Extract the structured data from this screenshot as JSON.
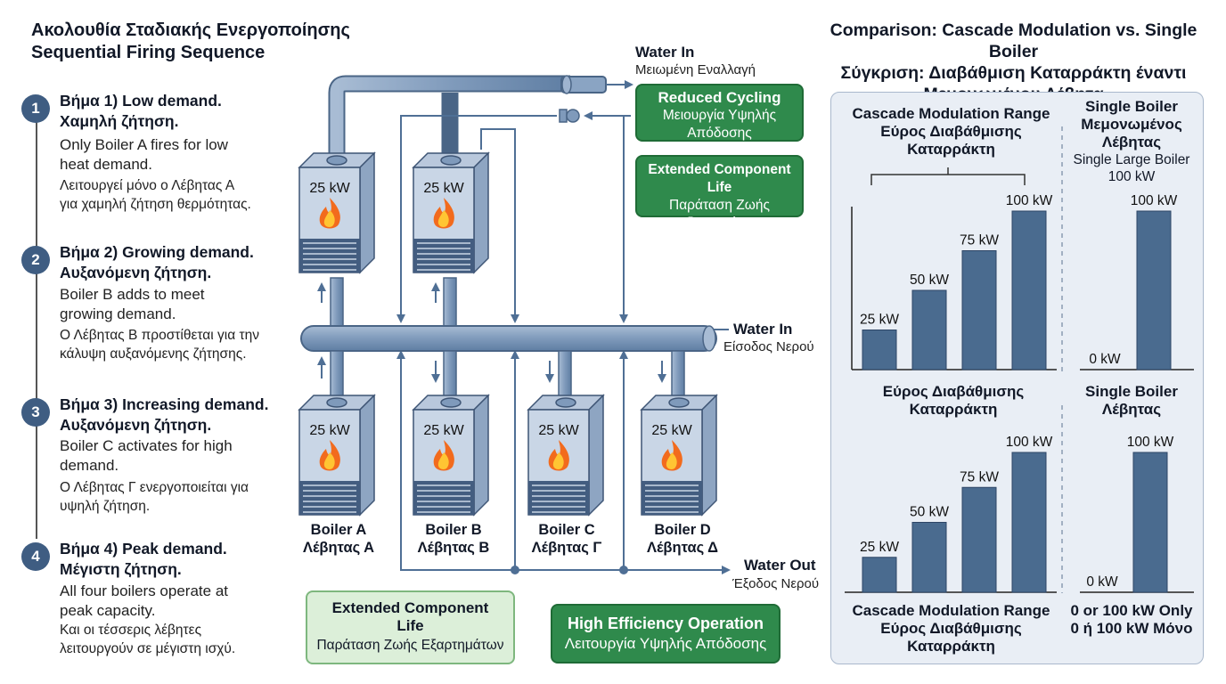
{
  "left_title": {
    "line1": "Ακολουθία Σταδιακής Ενεργοποίησης",
    "line2": "Sequential Firing Sequence"
  },
  "steps": [
    {
      "num": "1",
      "head1": "Βήμα 1) Low demand.",
      "head2": "Χαμηλή ζήτηση.",
      "en1": "Only Boiler A fires for low",
      "en2": "heat demand.",
      "gr1": "Λειτουργεί μόνο ο Λέβητας Α",
      "gr2": "για χαμηλή ζήτηση θερμότητας."
    },
    {
      "num": "2",
      "head1": "Βήμα 2) Growing demand.",
      "head2": "Αυξανόμενη ζήτηση.",
      "en1": "Boiler B adds to meet",
      "en2": "growing demand.",
      "gr1": "Ο Λέβητας Β προστίθεται για την",
      "gr2": "κάλυψη αυξανόμενης ζήτησης."
    },
    {
      "num": "3",
      "head1": "Βήμα 3) Increasing demand.",
      "head2": "Αυξανόμενη ζήτηση.",
      "en1": "Boiler C activates for high",
      "en2": "demand.",
      "gr1": "Ο Λέβητας Γ ενεργοποιείται για",
      "gr2": "υψηλή ζήτηση."
    },
    {
      "num": "4",
      "head1": "Βήμα 4) Peak demand.",
      "head2": "Μέγιστη ζήτηση.",
      "en1": "All four boilers operate at",
      "en2": "peak capacity.",
      "gr1": "Και οι τέσσερις λέβητες",
      "gr2": "λειτουργούν σε μέγιστη ισχύ."
    }
  ],
  "boilers": [
    {
      "kw": "25 kW",
      "name": "Boiler A",
      "name_gr": "Λέβητας Α"
    },
    {
      "kw": "25 kW",
      "name": "Boiler B",
      "name_gr": "Λέβητας Β"
    },
    {
      "kw": "25 kW",
      "name": "Boiler C",
      "name_gr": "Λέβητας Γ"
    },
    {
      "kw": "25 kW",
      "name": "Boiler D",
      "name_gr": "Λέβητας Δ"
    }
  ],
  "top_boilers": [
    {
      "kw": "25 kW"
    },
    {
      "kw": "25 kW"
    }
  ],
  "pipe_labels": {
    "water_in_top": "Water In",
    "water_in_top_gr": "Μειωμένη Εναλλαγή",
    "water_in_mid": "Water In",
    "water_in_mid_gr": "Είσοδος Νερού",
    "water_out": "Water Out",
    "water_out_gr": "Έξοδος Νερού"
  },
  "callouts": {
    "reduced_cycling": {
      "t1": "Reduced Cycling",
      "t2a": "Μειουργία Υψηλής",
      "t2b": "Απόδοσης"
    },
    "extended_life_top": {
      "t1": "Extended Component Life",
      "t2a": "Παράταση Ζωής",
      "t2b": "Εξαρτημάτων"
    },
    "extended_life_bottom": {
      "t1a": "Extended Component",
      "t1b": "Life",
      "t2": "Παράταση Ζωής Εξαρτημάτων"
    },
    "high_efficiency": {
      "t1": "High Efficiency Operation",
      "t2": "Λειτουργία Υψηλής Απόδοσης"
    }
  },
  "right_title": {
    "line1": "Comparison: Cascade Modulation vs. Single Boiler",
    "line2": "Σύγκριση: Διαβάθμιση Καταρράκτη έναντι",
    "line3": "Μεμονωμένου Λέβητα"
  },
  "panel": {
    "top_cascade_h1": "Cascade Modulation Range",
    "top_cascade_h2": "Εύρος Διαβάθμισης",
    "top_cascade_h3": "Καταρράκτη",
    "top_single_h1": "Single Boiler",
    "top_single_h2": "Μεμονωμένος",
    "top_single_h3": "Λέβητας",
    "top_single_h4": "Single Large Boiler",
    "top_single_h5": "100 kW",
    "mid_cascade_h1": "Εύρος Διαβάθμισης",
    "mid_cascade_h2": "Καταρράκτη",
    "mid_single_h1": "Single Boiler",
    "mid_single_h2": "Λέβητας",
    "bot_cascade_f1": "Cascade Modulation Range",
    "bot_cascade_f2": "Εύρος Διαβάθμισης",
    "bot_cascade_f3": "Καταρράκτη",
    "bot_single_f1": "0 or 100 kW Only",
    "bot_single_f2": "0 ή 100 kW Μόνο"
  },
  "chart_data": [
    {
      "type": "bar",
      "categories": [
        "25 kW",
        "50 kW",
        "75 kW",
        "100 kW"
      ],
      "values": [
        25,
        50,
        75,
        100
      ],
      "data_labels": [
        "25 kW",
        "50 kW",
        "75 kW",
        "100 kW"
      ],
      "title": "Cascade Modulation Range",
      "ylim": [
        0,
        100
      ]
    },
    {
      "type": "bar",
      "categories": [
        "0 kW",
        "100 kW"
      ],
      "values": [
        0,
        100
      ],
      "data_labels": [
        "0 kW",
        "100 kW"
      ],
      "title": "Single Boiler",
      "ylim": [
        0,
        100
      ]
    },
    {
      "type": "bar",
      "categories": [
        "25 kW",
        "50 kW",
        "75 kW",
        "100 kW"
      ],
      "values": [
        25,
        50,
        75,
        100
      ],
      "data_labels": [
        "25 kW",
        "50 kW",
        "75 kW",
        "100 kW"
      ],
      "title": "Cascade Modulation Range",
      "ylim": [
        0,
        100
      ]
    },
    {
      "type": "bar",
      "categories": [
        "0 kW",
        "100 kW"
      ],
      "values": [
        0,
        100
      ],
      "data_labels": [
        "0 kW",
        "100 kW"
      ],
      "title": "Single Boiler",
      "ylim": [
        0,
        100
      ]
    }
  ],
  "colors": {
    "bar": "#4a6b8f",
    "pipe": "#7f9abb",
    "boiler_front": "#c9d6e6",
    "green_dark": "#2f8a4c",
    "green_light": "#dcefd9",
    "step_circle": "#3f5d82"
  }
}
